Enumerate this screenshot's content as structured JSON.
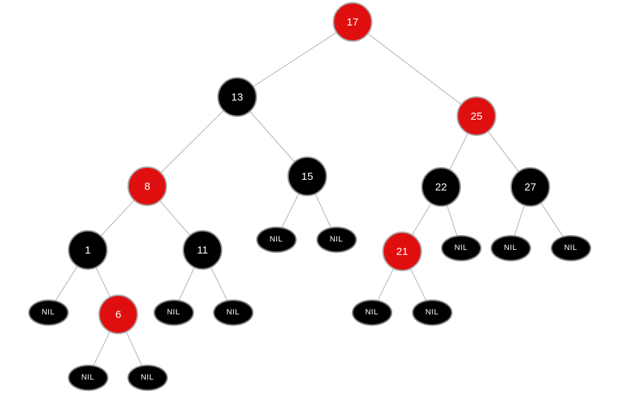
{
  "colors": {
    "red": "#e00f0f",
    "black": "#000000",
    "edge": "#b9b9b9",
    "text": "#ffffff"
  },
  "tree": {
    "nodes": [
      {
        "id": "n17",
        "label": "17",
        "color": "red",
        "kind": "value"
      },
      {
        "id": "n13",
        "label": "13",
        "color": "black",
        "kind": "value"
      },
      {
        "id": "n25",
        "label": "25",
        "color": "red",
        "kind": "value"
      },
      {
        "id": "n8",
        "label": "8",
        "color": "red",
        "kind": "value"
      },
      {
        "id": "n15",
        "label": "15",
        "color": "black",
        "kind": "value"
      },
      {
        "id": "n22",
        "label": "22",
        "color": "black",
        "kind": "value"
      },
      {
        "id": "n27",
        "label": "27",
        "color": "black",
        "kind": "value"
      },
      {
        "id": "n1",
        "label": "1",
        "color": "black",
        "kind": "value"
      },
      {
        "id": "n11",
        "label": "11",
        "color": "black",
        "kind": "value"
      },
      {
        "id": "n21",
        "label": "21",
        "color": "red",
        "kind": "value"
      },
      {
        "id": "n6",
        "label": "6",
        "color": "red",
        "kind": "value"
      },
      {
        "id": "nil15a",
        "label": "NIL",
        "color": "black",
        "kind": "nil"
      },
      {
        "id": "nil15b",
        "label": "NIL",
        "color": "black",
        "kind": "nil"
      },
      {
        "id": "nil22b",
        "label": "NIL",
        "color": "black",
        "kind": "nil"
      },
      {
        "id": "nil27a",
        "label": "NIL",
        "color": "black",
        "kind": "nil"
      },
      {
        "id": "nil27b",
        "label": "NIL",
        "color": "black",
        "kind": "nil"
      },
      {
        "id": "nil1a",
        "label": "NIL",
        "color": "black",
        "kind": "nil"
      },
      {
        "id": "nil11a",
        "label": "NIL",
        "color": "black",
        "kind": "nil"
      },
      {
        "id": "nil11b",
        "label": "NIL",
        "color": "black",
        "kind": "nil"
      },
      {
        "id": "nil21a",
        "label": "NIL",
        "color": "black",
        "kind": "nil"
      },
      {
        "id": "nil21b",
        "label": "NIL",
        "color": "black",
        "kind": "nil"
      },
      {
        "id": "nil6a",
        "label": "NIL",
        "color": "black",
        "kind": "nil"
      },
      {
        "id": "nil6b",
        "label": "NIL",
        "color": "black",
        "kind": "nil"
      }
    ],
    "edges": [
      [
        "n17",
        "n13"
      ],
      [
        "n17",
        "n25"
      ],
      [
        "n13",
        "n8"
      ],
      [
        "n13",
        "n15"
      ],
      [
        "n25",
        "n22"
      ],
      [
        "n25",
        "n27"
      ],
      [
        "n8",
        "n1"
      ],
      [
        "n8",
        "n11"
      ],
      [
        "n15",
        "nil15a"
      ],
      [
        "n15",
        "nil15b"
      ],
      [
        "n22",
        "n21"
      ],
      [
        "n22",
        "nil22b"
      ],
      [
        "n27",
        "nil27a"
      ],
      [
        "n27",
        "nil27b"
      ],
      [
        "n1",
        "nil1a"
      ],
      [
        "n1",
        "n6"
      ],
      [
        "n11",
        "nil11a"
      ],
      [
        "n11",
        "nil11b"
      ],
      [
        "n21",
        "nil21a"
      ],
      [
        "n21",
        "nil21b"
      ],
      [
        "n6",
        "nil6a"
      ],
      [
        "n6",
        "nil6b"
      ]
    ]
  }
}
